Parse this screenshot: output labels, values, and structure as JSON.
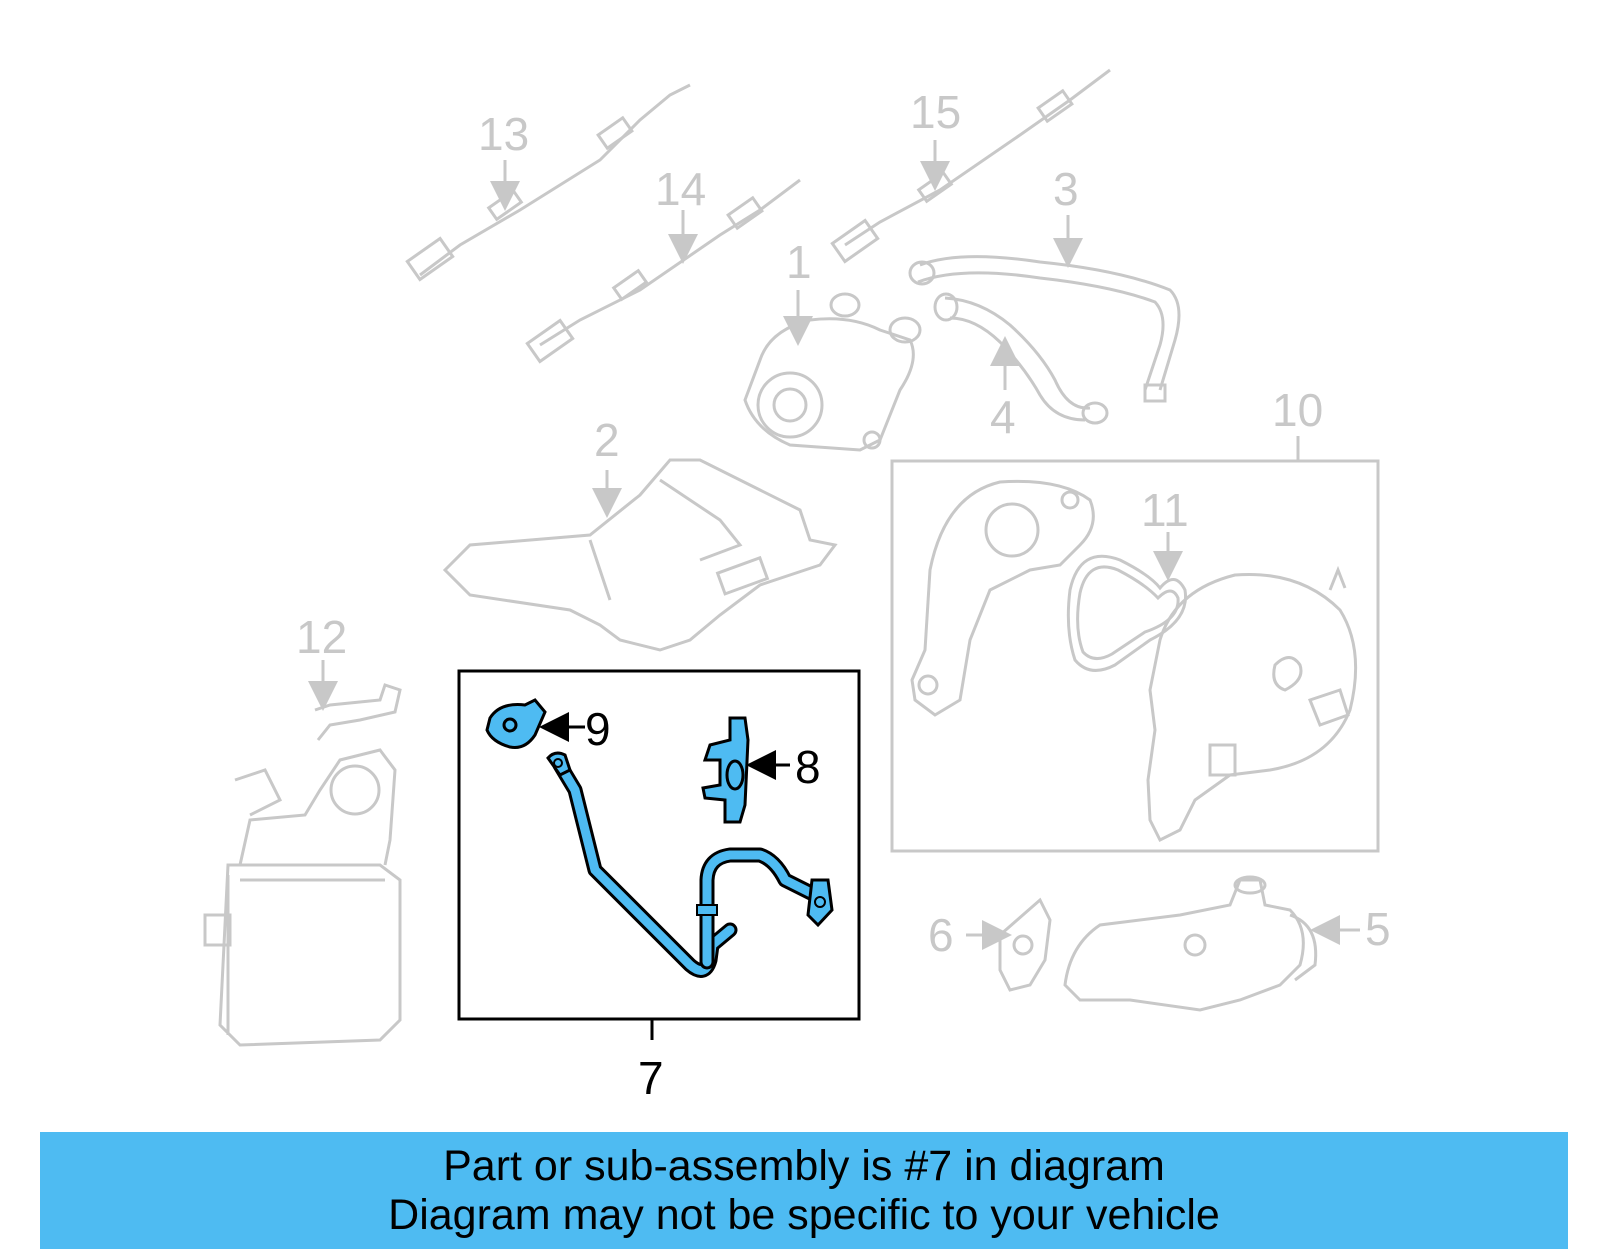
{
  "diagram": {
    "callouts": {
      "c1": "1",
      "c2": "2",
      "c3": "3",
      "c4": "4",
      "c5": "5",
      "c6": "6",
      "c7": "7",
      "c8": "8",
      "c9": "9",
      "c10": "10",
      "c11": "11",
      "c12": "12",
      "c13": "13",
      "c14": "14",
      "c15": "15"
    },
    "highlighted_part": "7",
    "colors": {
      "highlight": "#4ebbf2",
      "faded": "#c8c8c8",
      "outline": "#000000"
    }
  },
  "banner": {
    "line1": "Part or sub-assembly is #7 in diagram",
    "line2": "Diagram may not be specific to your vehicle",
    "background": "#4ebbf2"
  }
}
